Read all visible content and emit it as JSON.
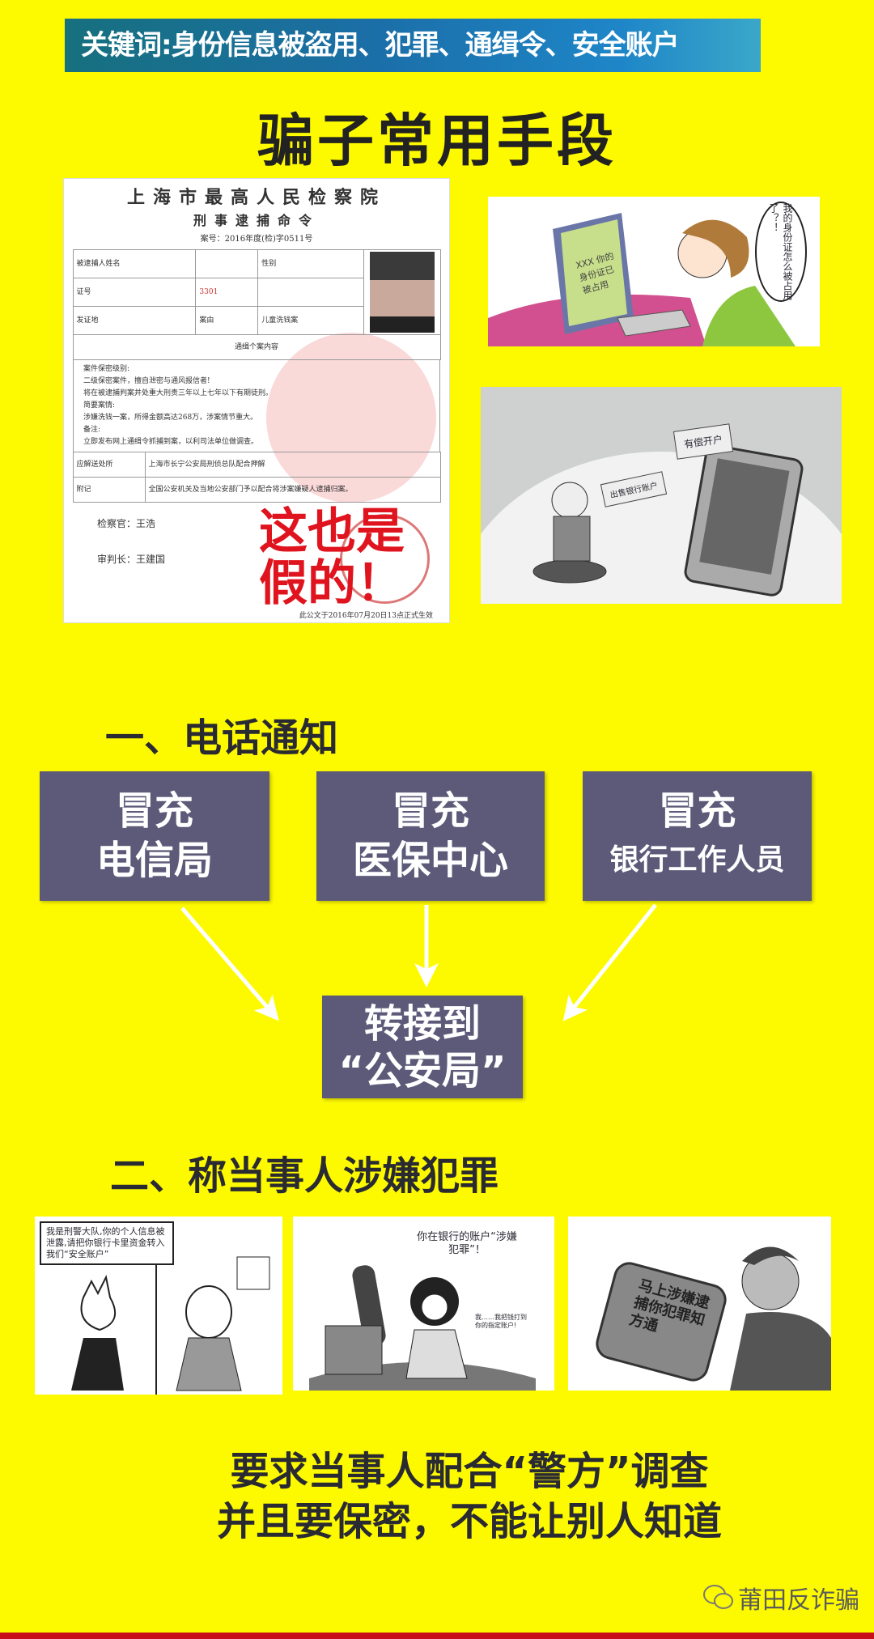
{
  "banner": {
    "keywords": "关键词:身份信息被盗用、犯罪、通缉令、安全账户"
  },
  "title": "骗子常用手段",
  "warrant_image": {
    "org": "上海市最高人民检察院",
    "doc_title": "刑事逮捕命令",
    "case_no": "案号：2016年度(检)字0511号",
    "fields": {
      "name_label": "被逮捕人姓名",
      "gender_label": "性别",
      "id_label": "证号",
      "id_value": "3301",
      "issuer_label": "发证地",
      "reason_label": "案由",
      "reason_value": "儿童洗钱案"
    },
    "section": "通缉个案内容",
    "body_lines": [
      "案件保密级别:",
      "二级保密案件，擅自泄密与通风报信者!",
      "将在被逮捕判案并处重大刑责三年以上七年以下有期徒刑。",
      "简要案情:",
      "涉嫌洗钱一案，所得金额高达268万，涉案情节重大。",
      "备注:",
      "立即发布网上通缉令抓捕到案，以利司法单位做调查。"
    ],
    "dispatch_label": "应解送处所",
    "dispatch_value": "上海市长宁公安局刑侦总队配合押解",
    "note_label": "附记",
    "note_value": "全国公安机关及当地公安部门予以配合将涉案嫌疑人逮捕归案。",
    "prosecutor": "检察官：王浩",
    "judge": "审判长：王建国",
    "date": "此公文于2016年07月20日13点正式生效",
    "overlay_stamp": "这也是假的！"
  },
  "cartoon_computer": {
    "screen_text": "XXX 你的身份证已被占用",
    "speech": "我的身份证怎么被占用了？！"
  },
  "cartoon_phone": {
    "card1": "有偿开户",
    "card2": "出售银行账户"
  },
  "section1": {
    "heading": "一、电话通知",
    "boxes": [
      {
        "line1": "冒充",
        "line2": "电信局"
      },
      {
        "line1": "冒充",
        "line2": "医保中心"
      },
      {
        "line1": "冒充",
        "line2": "银行工作人员"
      }
    ],
    "target": {
      "line1": "转接到",
      "line2": "“公安局”"
    }
  },
  "section2": {
    "heading": "二、称当事人涉嫌犯罪",
    "comic1_speech": "我是刑警大队,你的个人信息被泄露,请把你银行卡里资金转入我们“安全账户”",
    "comic2_speech": "你在银行的账户“涉嫌犯罪”！",
    "comic2_reply": "我……我把钱打到你的指定账户!",
    "comic3_text": "马上涉嫌逮捕你犯罪知方通"
  },
  "closing": {
    "line1": "要求当事人配合“警方”调查",
    "line2": "并且要保密，不能让别人知道"
  },
  "watermark": {
    "icon": "wechat-icon",
    "text": "莆田反诈骗"
  },
  "colors": {
    "background": "#fdfa00",
    "box": "#5d5a79",
    "accent_red": "#c8101a"
  }
}
